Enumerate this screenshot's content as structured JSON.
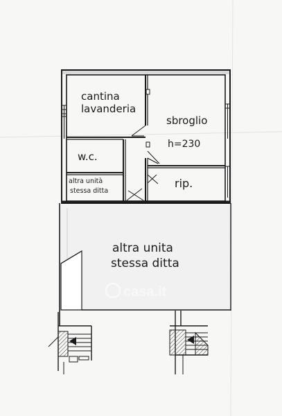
{
  "plan": {
    "rooms": {
      "cantina_lavanderia": [
        "cantina",
        "lavanderia"
      ],
      "sbroglio": [
        "sbroglio",
        "h=230"
      ],
      "wc": "w.c.",
      "altra_unita_small": [
        "altra unità",
        "stessa ditta"
      ],
      "rip": "rip.",
      "altra_unita_large": [
        "altra unita",
        "stessa ditta"
      ]
    },
    "watermark": "casa.it",
    "colors": {
      "paper": "#f7f7f5",
      "ink": "#1a1a1a",
      "hatch": "#555555"
    }
  }
}
